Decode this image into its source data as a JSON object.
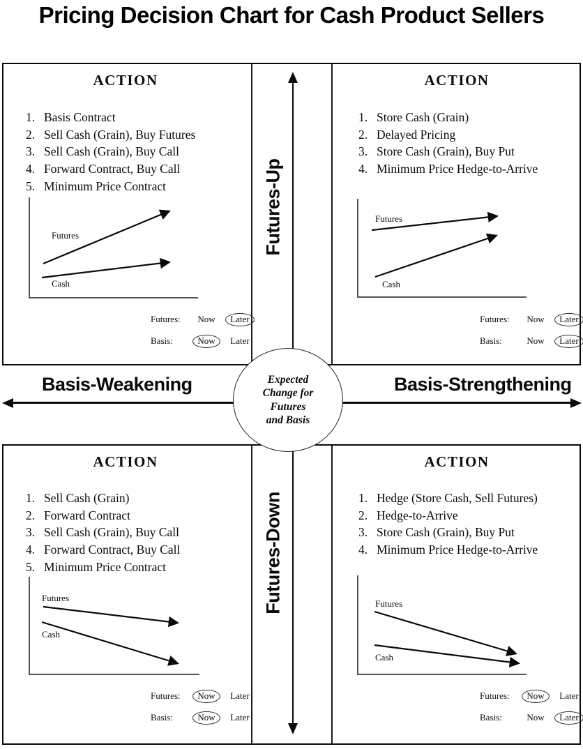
{
  "title": "Pricing Decision Chart for Cash Product Sellers",
  "center_circle": {
    "line1": "Expected",
    "line2": "Change for",
    "line3": "Futures",
    "line4": "and Basis"
  },
  "axes": {
    "up_label": "Futures-Up",
    "down_label": "Futures-Down",
    "left_label": "Basis-Weakening",
    "right_label": "Basis-Strengthening"
  },
  "quadrants": {
    "top_left": {
      "heading": "ACTION",
      "items": [
        {
          "n": "1.",
          "label": "Basis Contract"
        },
        {
          "n": "2.",
          "label": "Sell Cash (Grain), Buy Futures"
        },
        {
          "n": "3.",
          "label": "Sell Cash (Grain), Buy Call"
        },
        {
          "n": "4.",
          "label": "Forward Contract, Buy Call"
        },
        {
          "n": "5.",
          "label": "Minimum Price Contract"
        }
      ],
      "chart": {
        "futures_label": "Futures",
        "cash_label": "Cash",
        "futures_trend": "rising steeply",
        "cash_trend": "rising slightly"
      },
      "indicators": {
        "futures": {
          "label": "Futures:",
          "now": "Now",
          "later": "Later",
          "circled": "Later"
        },
        "basis": {
          "label": "Basis:",
          "now": "Now",
          "later": "Later",
          "circled": "Now"
        }
      }
    },
    "top_right": {
      "heading": "ACTION",
      "items": [
        {
          "n": "1.",
          "label": "Store Cash (Grain)"
        },
        {
          "n": "2.",
          "label": "Delayed Pricing"
        },
        {
          "n": "3.",
          "label": "Store Cash (Grain), Buy Put"
        },
        {
          "n": "4.",
          "label": "Minimum Price Hedge-to-Arrive"
        }
      ],
      "chart": {
        "futures_label": "Futures",
        "cash_label": "Cash",
        "futures_trend": "rising slightly",
        "cash_trend": "rising steeply"
      },
      "indicators": {
        "futures": {
          "label": "Futures:",
          "now": "Now",
          "later": "Later",
          "circled": "Later"
        },
        "basis": {
          "label": "Basis:",
          "now": "Now",
          "later": "Later",
          "circled": "Later"
        }
      }
    },
    "bottom_left": {
      "heading": "ACTION",
      "items": [
        {
          "n": "1.",
          "label": "Sell Cash (Grain)"
        },
        {
          "n": "2.",
          "label": "Forward Contract"
        },
        {
          "n": "3.",
          "label": "Sell Cash (Grain), Buy Call"
        },
        {
          "n": "4.",
          "label": "Forward Contract, Buy Call"
        },
        {
          "n": "5.",
          "label": "Minimum Price Contract"
        }
      ],
      "chart": {
        "futures_label": "Futures",
        "cash_label": "Cash",
        "futures_trend": "falling slightly",
        "cash_trend": "falling steeply"
      },
      "indicators": {
        "futures": {
          "label": "Futures:",
          "now": "Now",
          "later": "Later",
          "circled": "Now"
        },
        "basis": {
          "label": "Basis:",
          "now": "Now",
          "later": "Later",
          "circled": "Now"
        }
      }
    },
    "bottom_right": {
      "heading": "ACTION",
      "items": [
        {
          "n": "1.",
          "label": "Hedge (Store Cash, Sell Futures)"
        },
        {
          "n": "2.",
          "label": "Hedge-to-Arrive"
        },
        {
          "n": "3.",
          "label": "Store Cash (Grain), Buy Put"
        },
        {
          "n": "4.",
          "label": "Minimum Price Hedge-to-Arrive"
        }
      ],
      "chart": {
        "futures_label": "Futures",
        "cash_label": "Cash",
        "futures_trend": "falling steeply",
        "cash_trend": "falling slightly"
      },
      "indicators": {
        "futures": {
          "label": "Futures:",
          "now": "Now",
          "later": "Later",
          "circled": "Now"
        },
        "basis": {
          "label": "Basis:",
          "now": "Now",
          "later": "Later",
          "circled": "Later"
        }
      }
    }
  }
}
